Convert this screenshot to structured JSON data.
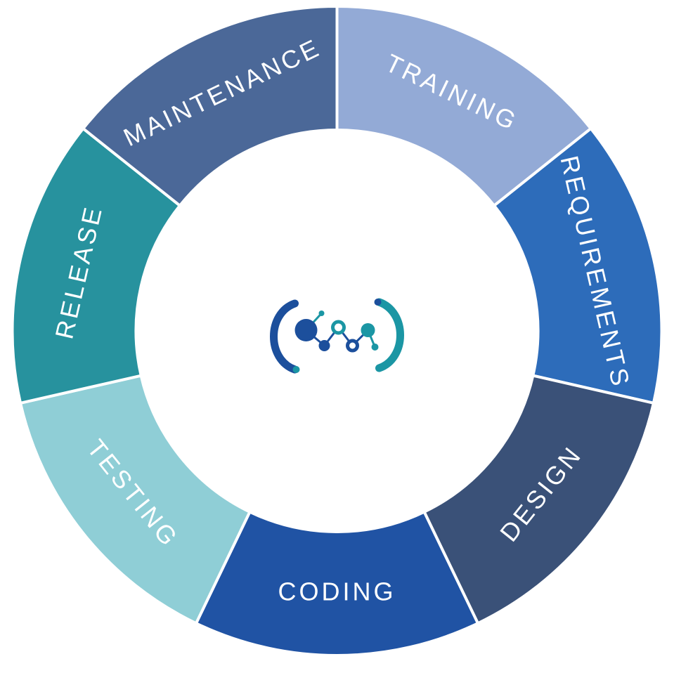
{
  "diagram_name": "software-development-life-cycle-wheel",
  "background": "#ffffff",
  "chart_data": {
    "type": "pie",
    "variant": "donut-cycle",
    "title": "",
    "start_angle_deg": -90,
    "direction": "clockwise",
    "label_color": "#ffffff",
    "segment_gap_color": "#ffffff",
    "segments": [
      {
        "label": "TRAINING",
        "color": "#93aad6"
      },
      {
        "label": "REQUIREMENTS",
        "color": "#2d6cba"
      },
      {
        "label": "DESIGN",
        "color": "#3a5178"
      },
      {
        "label": "CODING",
        "color": "#2053a4"
      },
      {
        "label": "TESTING",
        "color": "#8fced6"
      },
      {
        "label": "RELEASE",
        "color": "#27929e"
      },
      {
        "label": "MAINTENANCE",
        "color": "#4b6898"
      }
    ]
  },
  "logo": {
    "name": "molecule-logo",
    "primary_color": "#1c4f9c",
    "secondary_color": "#1b96a4"
  }
}
